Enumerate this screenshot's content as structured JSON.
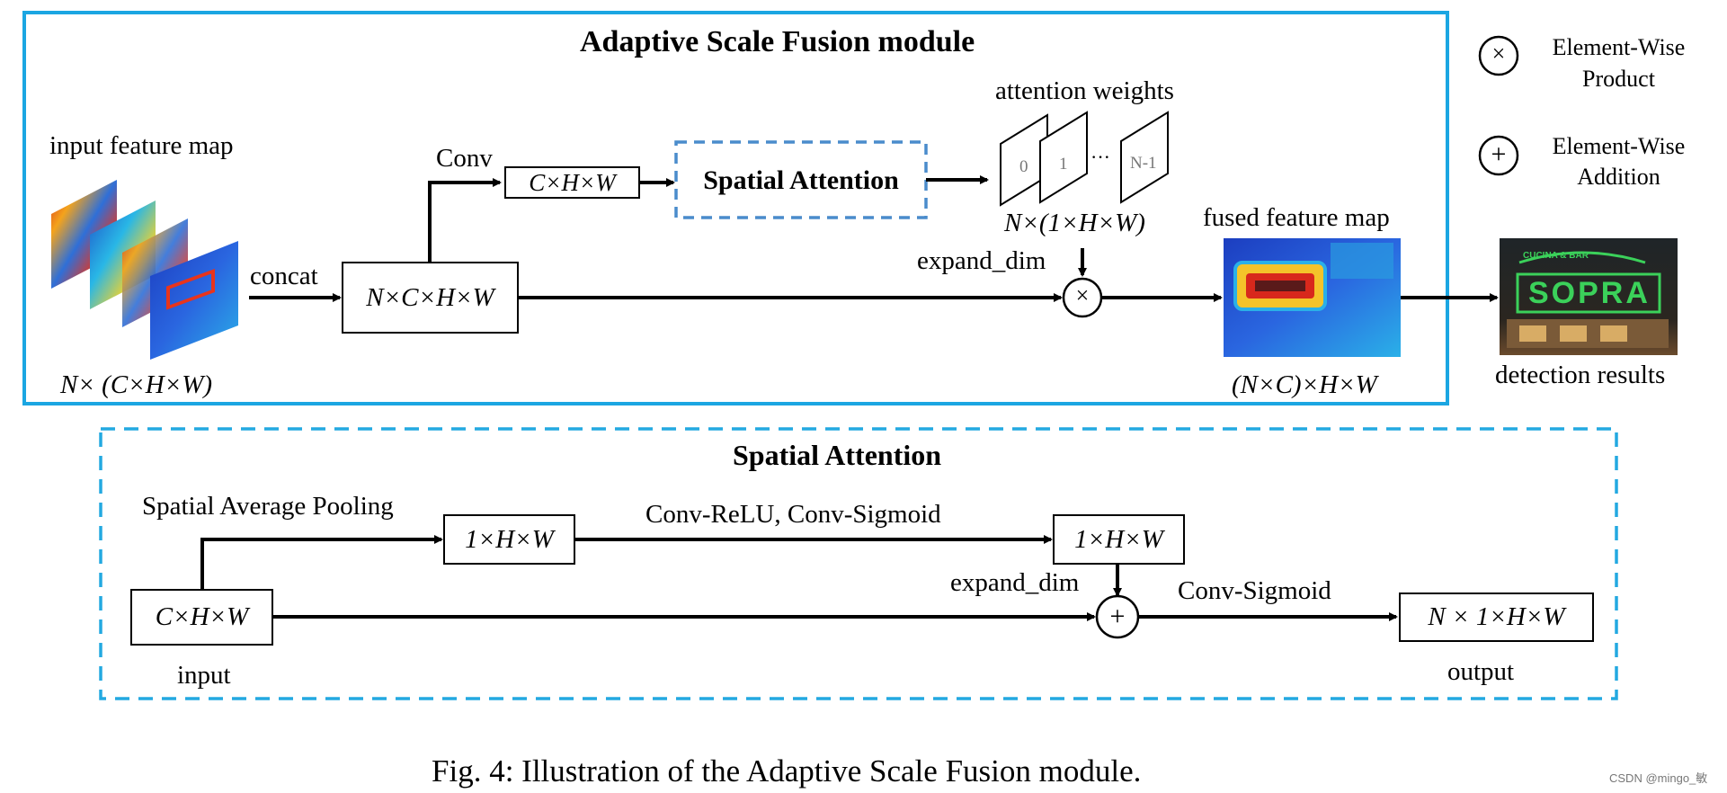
{
  "colors": {
    "frame_blue": "#1ba6e2",
    "dashed_blue": "#4a8ccc",
    "dashed_cyan": "#23a9e1"
  },
  "asf": {
    "title": "Adaptive Scale Fusion module",
    "input_label": "input feature map",
    "input_dims": "N× (C×H×W)",
    "concat": "concat",
    "concat_box": "N×C×H×W",
    "conv": "Conv",
    "conv_box": "C×H×W",
    "spatial_attention": "Spatial Attention",
    "attention_weights": "attention weights",
    "weight_cards": [
      "0",
      "1",
      "N-1"
    ],
    "weights_dots": "···",
    "weights_dims": "N×(1×H×W)",
    "expand_dim": "expand_dim",
    "fused_label": "fused feature map",
    "fused_dims": "(N×C)×H×W"
  },
  "legend": {
    "product_symbol": "×",
    "product_label_1": "Element-Wise",
    "product_label_2": "Product",
    "add_symbol": "+",
    "add_label_1": "Element-Wise",
    "add_label_2": "Addition"
  },
  "detection": {
    "label": "detection results",
    "sign_top": "CUCINA & BAR",
    "sign_main": "SOPRA"
  },
  "sa": {
    "title": "Spatial Attention",
    "pooling": "Spatial Average Pooling",
    "box1": "1×H×W",
    "conv_relu": "Conv-ReLU, Conv-Sigmoid",
    "box2": "1×H×W",
    "expand_dim": "expand_dim",
    "input_box": "C×H×W",
    "input": "input",
    "plus": "+",
    "conv_sigmoid": "Conv-Sigmoid",
    "output_box": "N × 1×H×W",
    "output": "output"
  },
  "caption": "Fig. 4: Illustration of the Adaptive Scale Fusion module.",
  "watermark": "CSDN @mingo_敏"
}
